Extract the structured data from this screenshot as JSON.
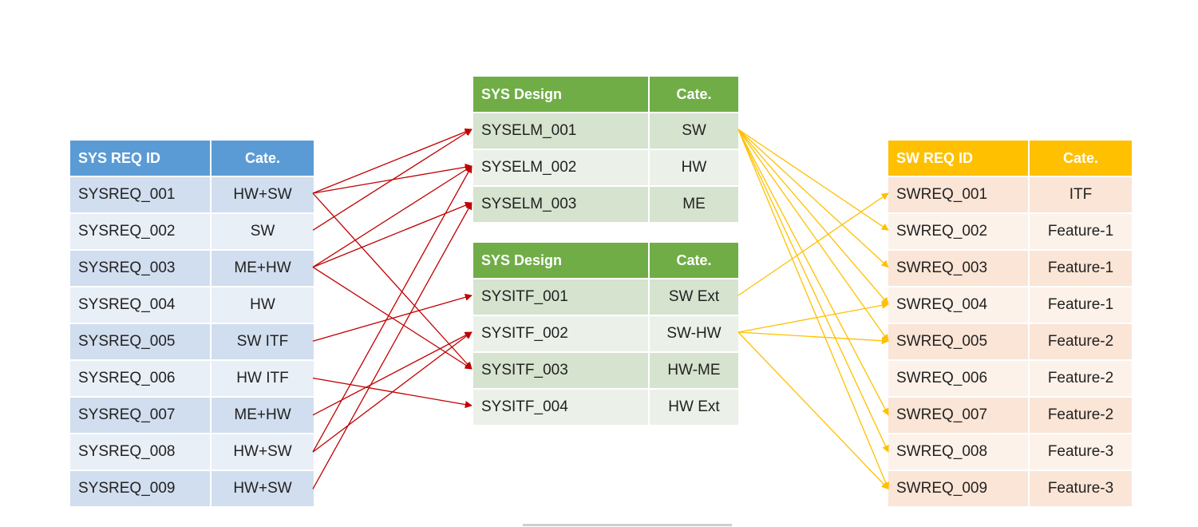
{
  "sys_req": {
    "header": [
      "SYS REQ ID",
      "Cate."
    ],
    "rows": [
      [
        "SYSREQ_001",
        "HW+SW"
      ],
      [
        "SYSREQ_002",
        "SW"
      ],
      [
        "SYSREQ_003",
        "ME+HW"
      ],
      [
        "SYSREQ_004",
        "HW"
      ],
      [
        "SYSREQ_005",
        "SW ITF"
      ],
      [
        "SYSREQ_006",
        "HW ITF"
      ],
      [
        "SYSREQ_007",
        "ME+HW"
      ],
      [
        "SYSREQ_008",
        "HW+SW"
      ],
      [
        "SYSREQ_009",
        "HW+SW"
      ]
    ]
  },
  "sys_design_elements": {
    "header": [
      "SYS Design",
      "Cate."
    ],
    "rows": [
      [
        "SYSELM_001",
        "SW"
      ],
      [
        "SYSELM_002",
        "HW"
      ],
      [
        "SYSELM_003",
        "ME"
      ]
    ]
  },
  "sys_design_interfaces": {
    "header": [
      "SYS Design",
      "Cate."
    ],
    "rows": [
      [
        "SYSITF_001",
        "SW Ext"
      ],
      [
        "SYSITF_002",
        "SW-HW"
      ],
      [
        "SYSITF_003",
        "HW-ME"
      ],
      [
        "SYSITF_004",
        "HW Ext"
      ]
    ]
  },
  "sw_req": {
    "header": [
      "SW REQ ID",
      "Cate."
    ],
    "rows": [
      [
        "SWREQ_001",
        "ITF"
      ],
      [
        "SWREQ_002",
        "Feature-1"
      ],
      [
        "SWREQ_003",
        "Feature-1"
      ],
      [
        "SWREQ_004",
        "Feature-1"
      ],
      [
        "SWREQ_005",
        "Feature-2"
      ],
      [
        "SWREQ_006",
        "Feature-2"
      ],
      [
        "SWREQ_007",
        "Feature-2"
      ],
      [
        "SWREQ_008",
        "Feature-3"
      ],
      [
        "SWREQ_009",
        "Feature-3"
      ]
    ]
  },
  "colors": {
    "sys_req_header": "#5b9bd5",
    "sys_design_header": "#70ad47",
    "sw_req_header": "#ffc000",
    "sys_trace_arrow": "#c00000",
    "sw_trace_arrow": "#ffc000"
  },
  "trace_links_sysreq_to_design": [
    [
      "SYSREQ_001",
      "SYSELM_001"
    ],
    [
      "SYSREQ_001",
      "SYSELM_002"
    ],
    [
      "SYSREQ_001",
      "SYSITF_003"
    ],
    [
      "SYSREQ_002",
      "SYSELM_001"
    ],
    [
      "SYSREQ_003",
      "SYSELM_002"
    ],
    [
      "SYSREQ_003",
      "SYSELM_003"
    ],
    [
      "SYSREQ_003",
      "SYSITF_003"
    ],
    [
      "SYSREQ_005",
      "SYSITF_001"
    ],
    [
      "SYSREQ_006",
      "SYSITF_004"
    ],
    [
      "SYSREQ_007",
      "SYSITF_002"
    ],
    [
      "SYSREQ_008",
      "SYSELM_002"
    ],
    [
      "SYSREQ_008",
      "SYSITF_002"
    ],
    [
      "SYSREQ_009",
      "SYSELM_003"
    ]
  ],
  "trace_links_design_to_swreq": [
    [
      "SYSELM_001",
      "SWREQ_002"
    ],
    [
      "SYSELM_001",
      "SWREQ_003"
    ],
    [
      "SYSELM_001",
      "SWREQ_004"
    ],
    [
      "SYSELM_001",
      "SWREQ_005"
    ],
    [
      "SYSELM_001",
      "SWREQ_007"
    ],
    [
      "SYSELM_001",
      "SWREQ_008"
    ],
    [
      "SYSELM_001",
      "SWREQ_009"
    ],
    [
      "SYSITF_001",
      "SWREQ_001"
    ],
    [
      "SYSITF_002",
      "SWREQ_004"
    ],
    [
      "SYSITF_002",
      "SWREQ_005"
    ],
    [
      "SYSITF_002",
      "SWREQ_009"
    ]
  ]
}
